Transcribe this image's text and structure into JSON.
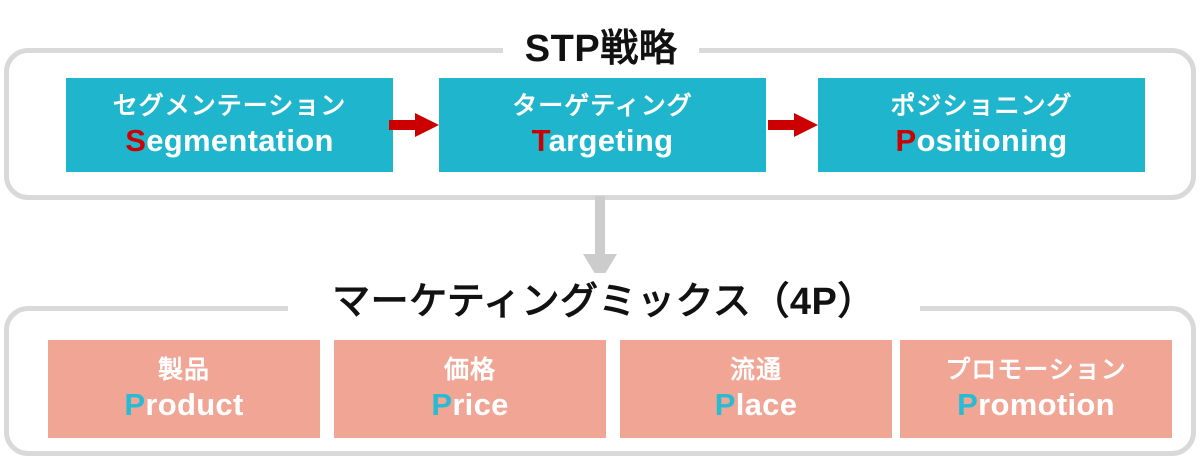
{
  "diagram": {
    "title_stp": "STP戦略",
    "title_mix": "マーケティングミックス（4P）"
  },
  "colors": {
    "stp_box": "#1FB5CC",
    "mix_box": "#F0A595",
    "frame_border": "#d9d9d9",
    "arrow_red": "#cc0000",
    "arrow_grey": "#cccccc",
    "stp_initial": "#cc0000",
    "mix_initial": "#27BBD4",
    "label_text": "#111111",
    "box_text": "#ffffff"
  },
  "stp": {
    "boxes": [
      {
        "jp": "セグメンテーション",
        "initial": "S",
        "rest": "egmentation"
      },
      {
        "jp": "ターゲティング",
        "initial": "T",
        "rest": "argeting"
      },
      {
        "jp": "ポジショニング",
        "initial": "P",
        "rest": "ositioning"
      }
    ]
  },
  "mix": {
    "boxes": [
      {
        "jp": "製品",
        "initial": "P",
        "rest": "roduct"
      },
      {
        "jp": "価格",
        "initial": "P",
        "rest": "rice"
      },
      {
        "jp": "流通",
        "initial": "P",
        "rest": "lace"
      },
      {
        "jp": "プロモーション",
        "initial": "P",
        "rest": "romotion"
      }
    ]
  },
  "connectors": {
    "horizontal_arrow_icon": "arrow-right-icon",
    "vertical_arrow_icon": "arrow-down-icon"
  }
}
